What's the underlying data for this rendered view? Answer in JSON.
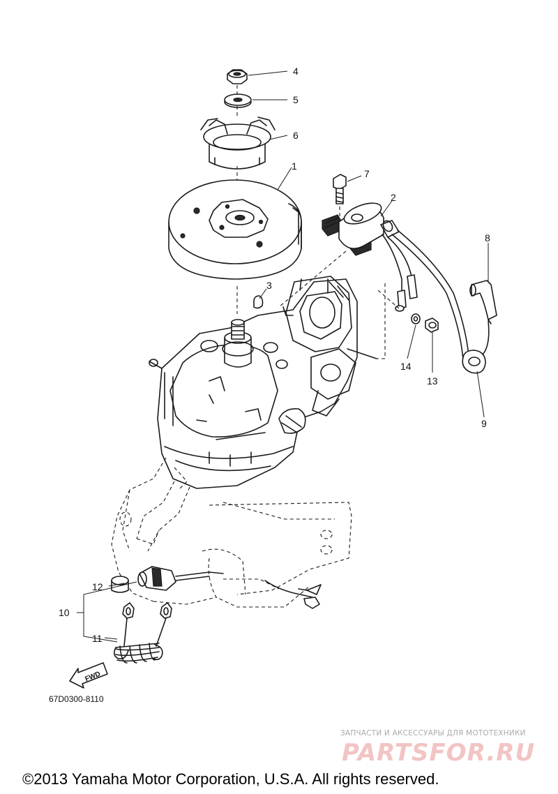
{
  "callouts": {
    "c1": "1",
    "c2": "2",
    "c3": "3",
    "c4": "4",
    "c5": "5",
    "c6": "6",
    "c7": "7",
    "c8": "8",
    "c9": "9",
    "c10": "10",
    "c11": "11",
    "c12": "12",
    "c13": "13",
    "c14": "14"
  },
  "fwd_label": "FWD",
  "diagram_code": "67D0300-8110",
  "watermark": {
    "tagline": "ЗАПЧАСТИ И АКСЕССУАРЫ ДЛЯ МОТОТЕХНИКИ",
    "logo": "PARTSFOR.RU"
  },
  "copyright": "©2013 Yamaha Motor Corporation, U.S.A. All rights reserved."
}
